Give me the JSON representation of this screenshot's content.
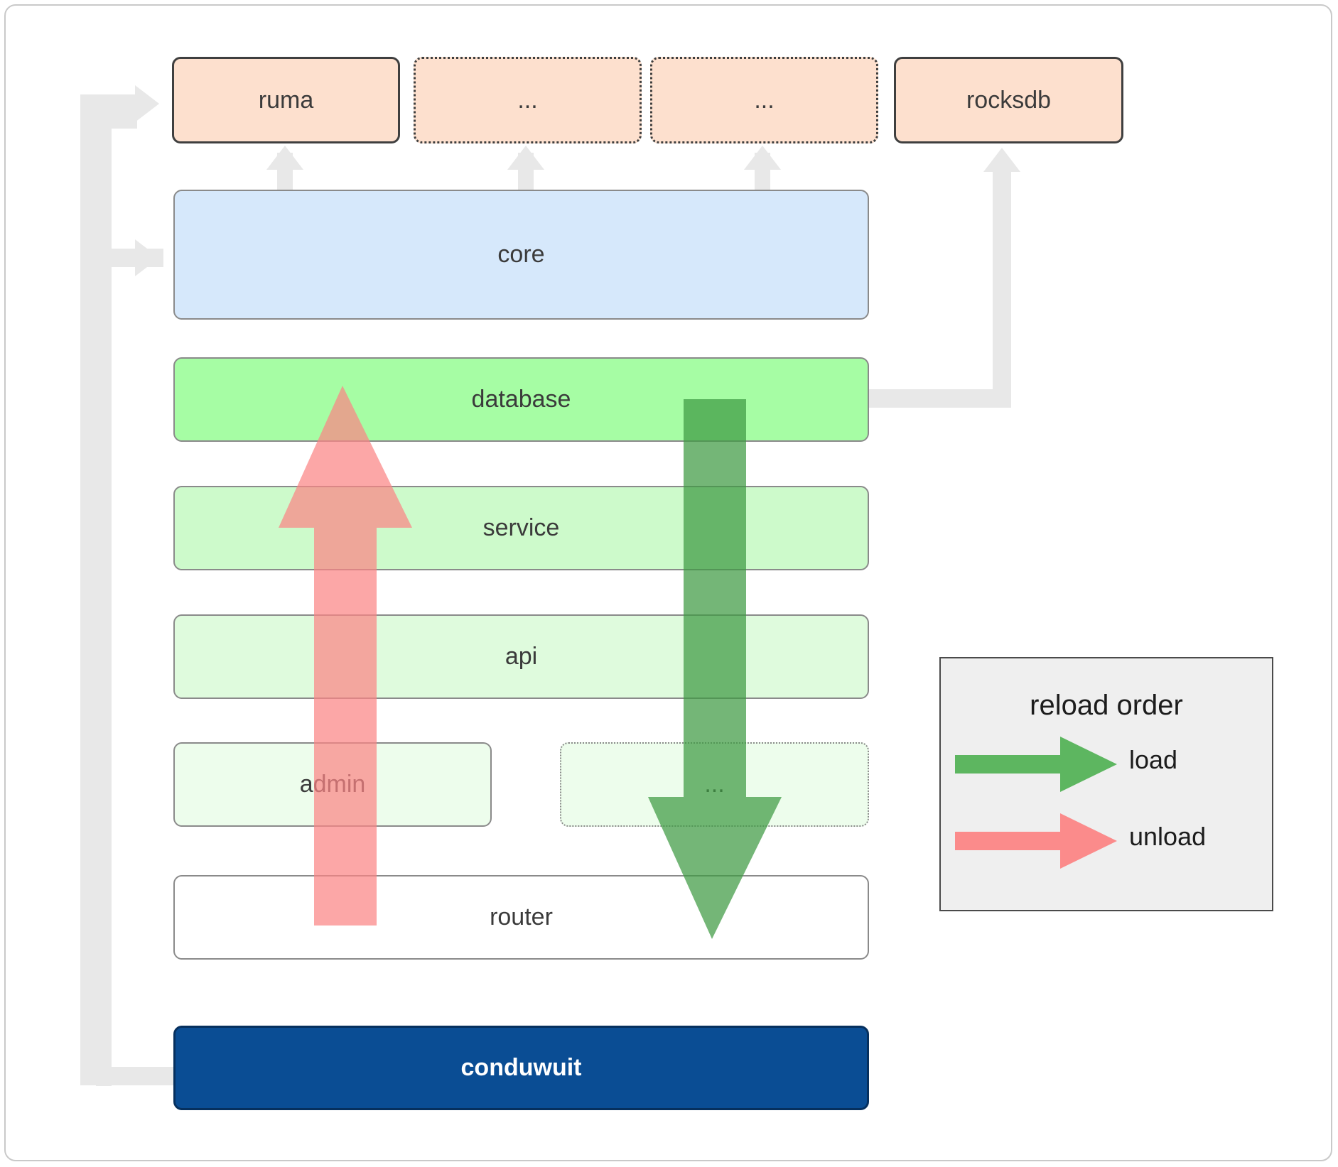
{
  "diagram": {
    "title": "conduwuit crate layer diagram",
    "colors": {
      "peach": "#fde0ce",
      "blue": "#d6e8fb",
      "green_strong": "#a6fda4",
      "green_mid": "#cdfacb",
      "green_light": "#dffbdd",
      "green_faint": "#edfdec",
      "navy": "#0a4d94",
      "connector_gray": "#e8e8e8",
      "load_green": "#4caf50",
      "unload_red": "#fb8585",
      "legend_bg": "#efefef"
    },
    "top_row": [
      {
        "label": "ruma",
        "style": "solid"
      },
      {
        "label": "...",
        "style": "dotted"
      },
      {
        "label": "...",
        "style": "dotted"
      },
      {
        "label": "rocksdb",
        "style": "solid"
      }
    ],
    "layers": [
      {
        "label": "core",
        "tone": "blue"
      },
      {
        "label": "database",
        "tone": "green_strong"
      },
      {
        "label": "service",
        "tone": "green_mid"
      },
      {
        "label": "api",
        "tone": "green_light"
      }
    ],
    "split_row": [
      {
        "label": "admin",
        "tone": "green_faint",
        "style": "solid"
      },
      {
        "label": "...",
        "tone": "green_faint",
        "style": "dotted"
      }
    ],
    "router": {
      "label": "router",
      "tone": "white"
    },
    "binary": {
      "label": "conduwuit",
      "tone": "navy"
    }
  },
  "legend": {
    "title": "reload order",
    "entries": [
      {
        "label": "load",
        "color": "#4caf50",
        "direction": "right"
      },
      {
        "label": "unload",
        "color": "#fb8585",
        "direction": "right"
      }
    ]
  }
}
